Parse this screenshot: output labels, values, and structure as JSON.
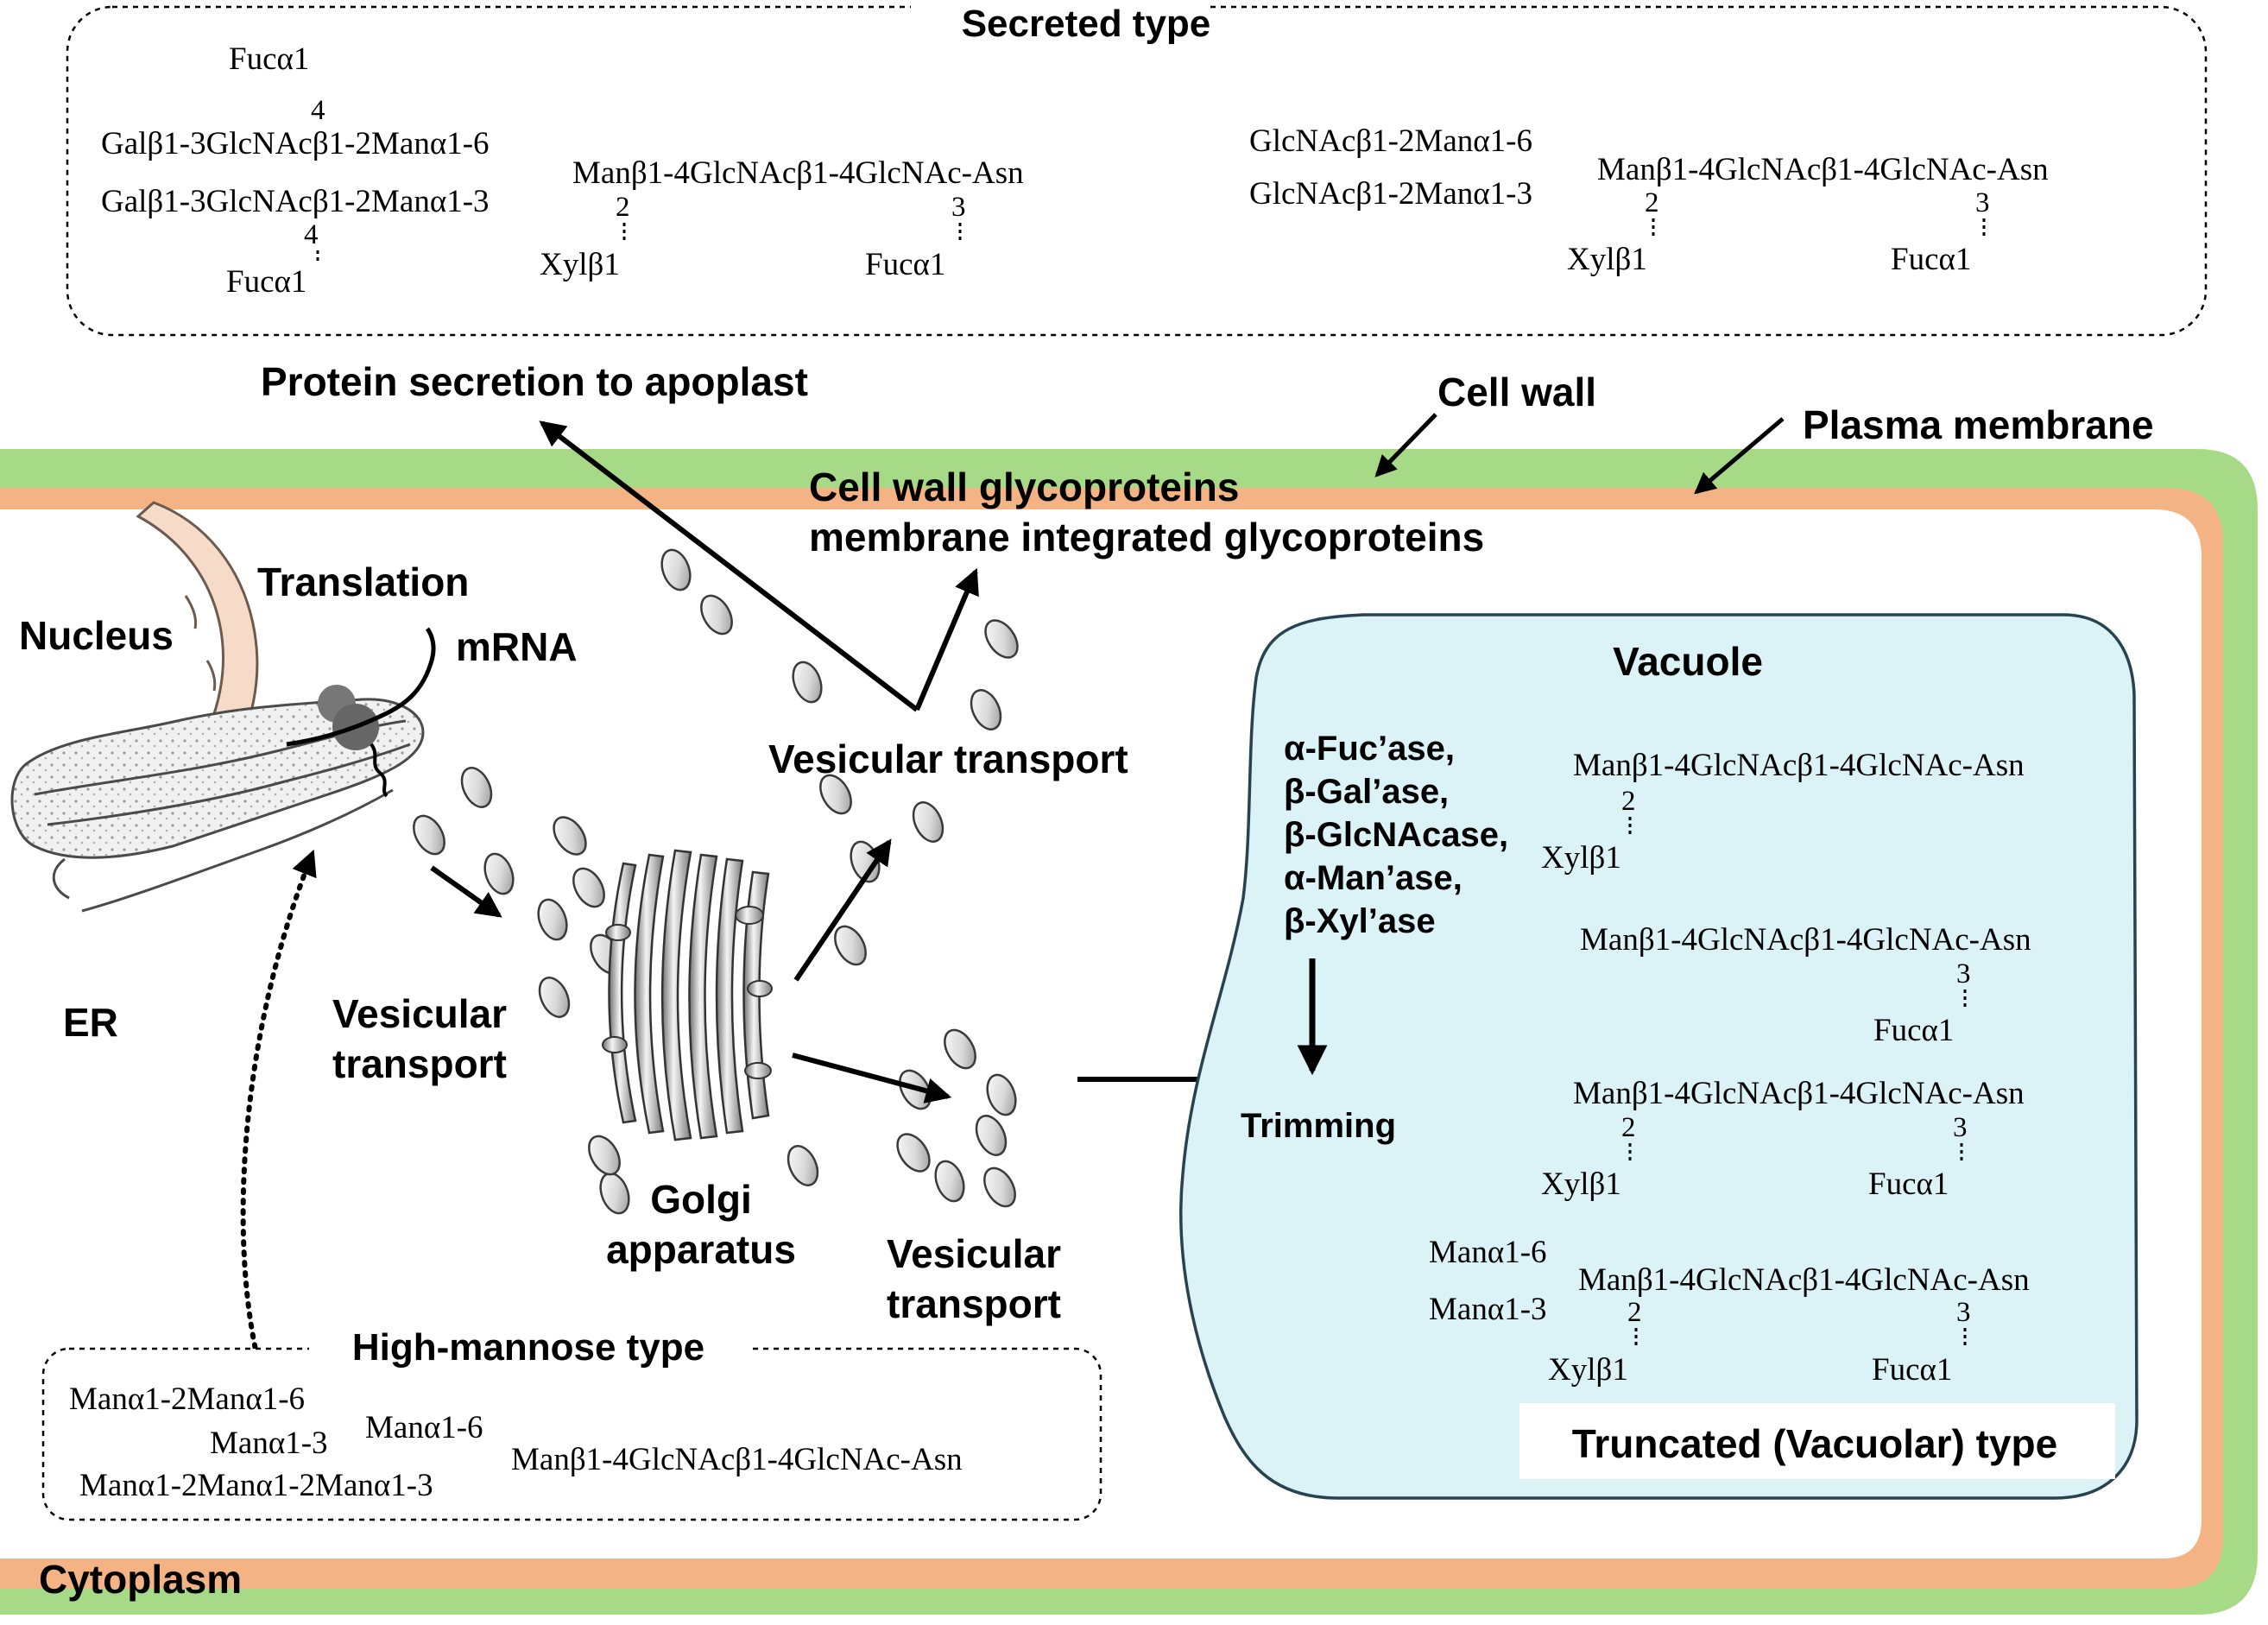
{
  "colors": {
    "cell_wall": "#a6da86",
    "plasma_membrane": "#f4b384",
    "vacuole_fill": "#dbf2f7",
    "vacuole_stroke": "#27434f",
    "nucleus": "#f6dcc8"
  },
  "labels": {
    "secreted_type": "Secreted type",
    "protein_secretion": "Protein secretion to apoplast",
    "cell_wall": "Cell wall",
    "plasma_membrane": "Plasma membrane",
    "cw_glycoproteins": "Cell wall glycoproteins",
    "membrane_glycoproteins": "membrane integrated glycoproteins",
    "translation": "Translation",
    "nucleus": "Nucleus",
    "mrna": "mRNA",
    "er": "ER",
    "vesicular_transport_left_1": "Vesicular",
    "vesicular_transport_left_2": "transport",
    "vesicular_transport_top": "Vesicular transport",
    "golgi_1": "Golgi",
    "golgi_2": "apparatus",
    "vesicular_transport_bottom_1": "Vesicular",
    "vesicular_transport_bottom_2": "transport",
    "high_mannose_type": "High-mannose type",
    "cytoplasm": "Cytoplasm",
    "vacuole": "Vacuole",
    "trimming": "Trimming",
    "truncated_type": "Truncated (Vacuolar) type"
  },
  "enzymes": [
    "α-Fuc’ase,",
    "β-Gal’ase,",
    "β-GlcNAcase,",
    "α-Man’ase,",
    "β-Xyl’ase"
  ],
  "secreted_glycan_a": {
    "fuc_top": "Fucα1",
    "num_4_top": "4",
    "arm_6": "Galβ1-3GlcNAcβ1-2Manα1-6",
    "arm_3": "Galβ1-3GlcNAcβ1-2Manα1-3",
    "num_4_bottom": "4",
    "fuc_bottom": "Fucα1",
    "core": "Manβ1-4GlcNAcβ1-4GlcNAc-Asn",
    "num_2": "2",
    "num_3": "3",
    "xyl": "Xylβ1",
    "fuc_core": "Fucα1"
  },
  "secreted_glycan_b": {
    "arm_6": "GlcNAcβ1-2Manα1-6",
    "arm_3": "GlcNAcβ1-2Manα1-3",
    "core": "Manβ1-4GlcNAcβ1-4GlcNAc-Asn",
    "num_2": "2",
    "num_3": "3",
    "xyl": "Xylβ1",
    "fuc_core": "Fucα1"
  },
  "high_mannose_glycan": {
    "line1": "Manα1-2Manα1-6",
    "line2a": "Manα1-3",
    "line2b": "Manα1-6",
    "line3": "Manα1-2Manα1-2Manα1-3",
    "core": "Manβ1-4GlcNAcβ1-4GlcNAc-Asn"
  },
  "vacuolar_glycans": [
    {
      "core": "Manβ1-4GlcNAcβ1-4GlcNAc-Asn",
      "num_2": "2",
      "xyl": "Xylβ1"
    },
    {
      "core": "Manβ1-4GlcNAcβ1-4GlcNAc-Asn",
      "num_3": "3",
      "fuc": "Fucα1"
    },
    {
      "core": "Manβ1-4GlcNAcβ1-4GlcNAc-Asn",
      "num_2": "2",
      "num_3": "3",
      "xyl": "Xylβ1",
      "fuc": "Fucα1"
    },
    {
      "arm_6": "Manα1-6",
      "arm_3": "Manα1-3",
      "core": "Manβ1-4GlcNAcβ1-4GlcNAc-Asn",
      "num_2": "2",
      "num_3": "3",
      "xyl": "Xylβ1",
      "fuc": "Fucα1"
    }
  ]
}
